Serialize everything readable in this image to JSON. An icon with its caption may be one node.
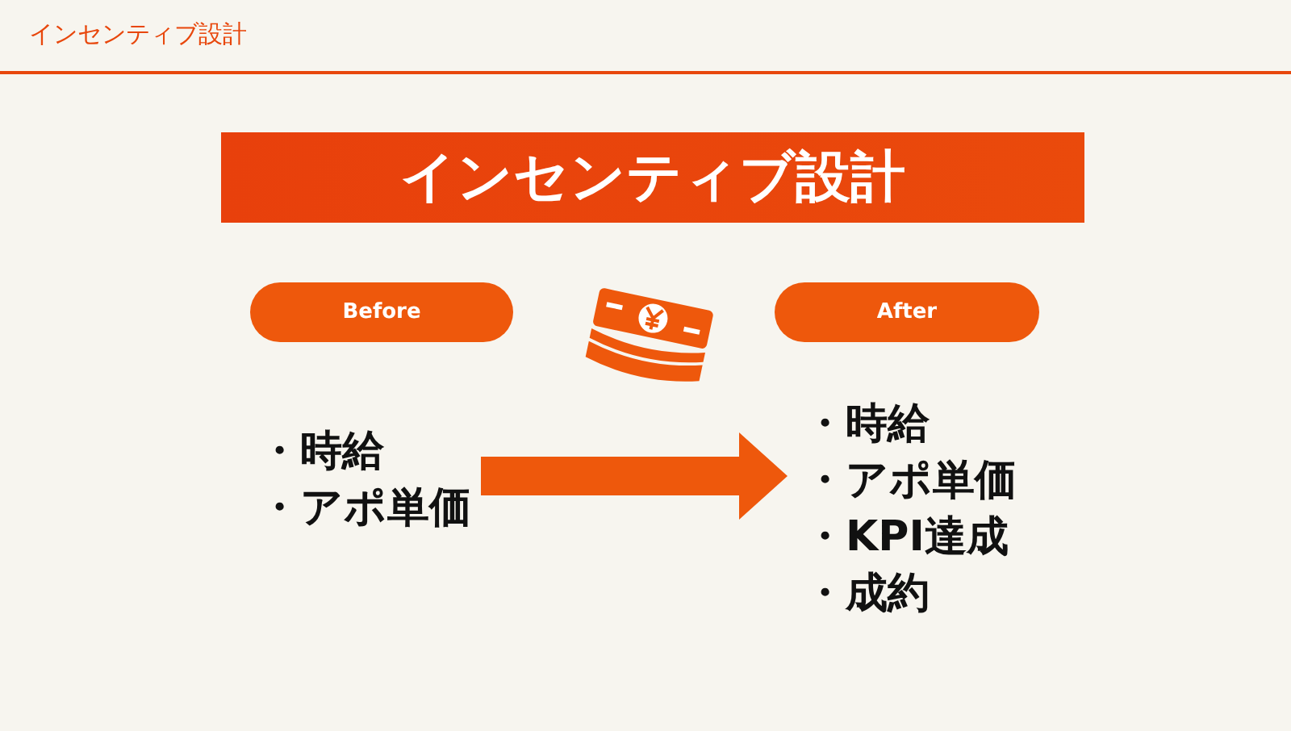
{
  "diagram": {
    "title": "インセンティブ設計",
    "nodes": [
      {
        "text": [
          "インセンティブ設計"
        ]
      },
      {
        "text": [
          "Before"
        ]
      },
      {
        "text": [
          "After"
        ]
      },
      {
        "text": [
          "・時給",
          "・アポ単価"
        ]
      },
      {
        "text": [
          "・時給",
          "・アポ単価",
          "・KPI達成",
          "・成約"
        ]
      }
    ],
    "edges": [
      {
        "from": 3,
        "to": 4,
        "arrow": "to"
      }
    ]
  }
}
